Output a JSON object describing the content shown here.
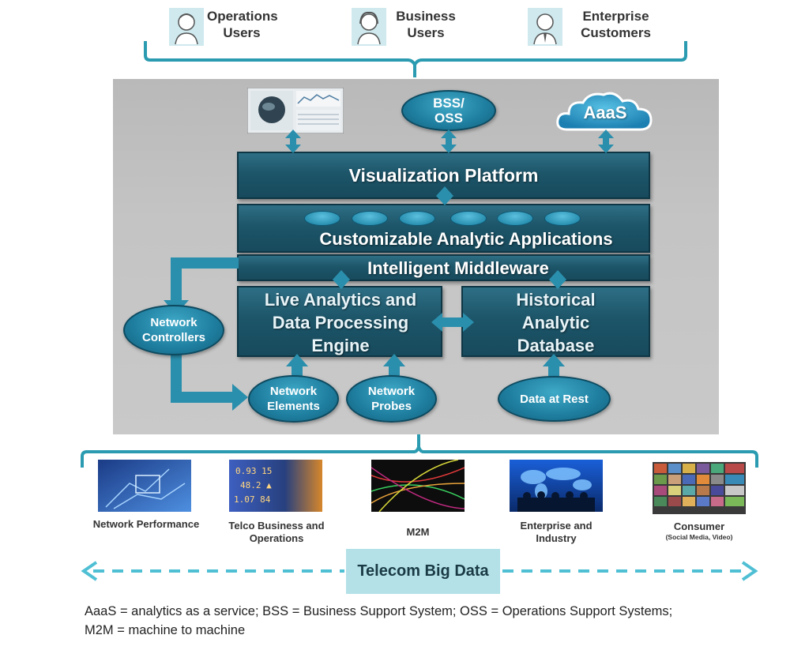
{
  "users": [
    {
      "label": "Operations\nUsers",
      "icon": "operations-user-icon"
    },
    {
      "label": "Business\nUsers",
      "icon": "business-user-icon"
    },
    {
      "label": "Enterprise\nCustomers",
      "icon": "enterprise-customer-icon"
    }
  ],
  "top_nodes": {
    "bss_oss": "BSS/\nOSS",
    "aaas": "AaaS"
  },
  "layers": {
    "visualization": "Visualization Platform",
    "applications": "Customizable Analytic Applications",
    "middleware": "Intelligent Middleware",
    "live_analytics": "Live Analytics and\nData Processing\nEngine",
    "historical_db": "Historical\nAnalytic\nDatabase"
  },
  "nodes": {
    "network_controllers": "Network\nControllers",
    "network_elements": "Network\nElements",
    "network_probes": "Network\nProbes",
    "data_at_rest": "Data at Rest"
  },
  "sources": [
    {
      "label": "Network Performance",
      "sub": ""
    },
    {
      "label": "Telco Business and\nOperations",
      "sub": ""
    },
    {
      "label": "M2M",
      "sub": ""
    },
    {
      "label": "Enterprise and\nIndustry",
      "sub": ""
    },
    {
      "label": "Consumer",
      "sub": "(Social Media, Video)"
    }
  ],
  "banner": "Telecom Big Data",
  "footnote": "AaaS = analytics as a service; BSS = Business Support System; OSS = Operations Support Systems;\nM2M = machine to machine",
  "colors": {
    "teal_bracket": "#2a9bb0",
    "layer_dark": "#1d5569",
    "banner_bg": "#b3e1e7",
    "arrow_teal": "#2a8fad"
  }
}
